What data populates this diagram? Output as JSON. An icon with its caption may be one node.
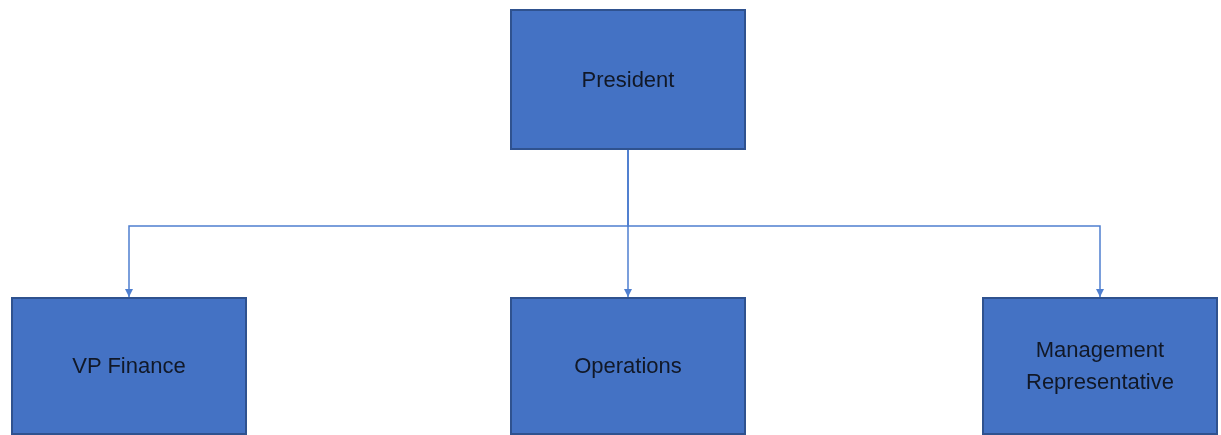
{
  "diagram": {
    "nodes": [
      {
        "text": [
          "President"
        ]
      },
      {
        "text": [
          "VP Finance"
        ]
      },
      {
        "text": [
          "Operations"
        ]
      },
      {
        "text": [
          "Management Representative"
        ]
      }
    ],
    "edges": [
      {
        "from": 0,
        "to": 1,
        "arrow": "to"
      },
      {
        "from": 0,
        "to": 2,
        "arrow": "to"
      },
      {
        "from": 0,
        "to": 3,
        "arrow": "to"
      }
    ]
  }
}
